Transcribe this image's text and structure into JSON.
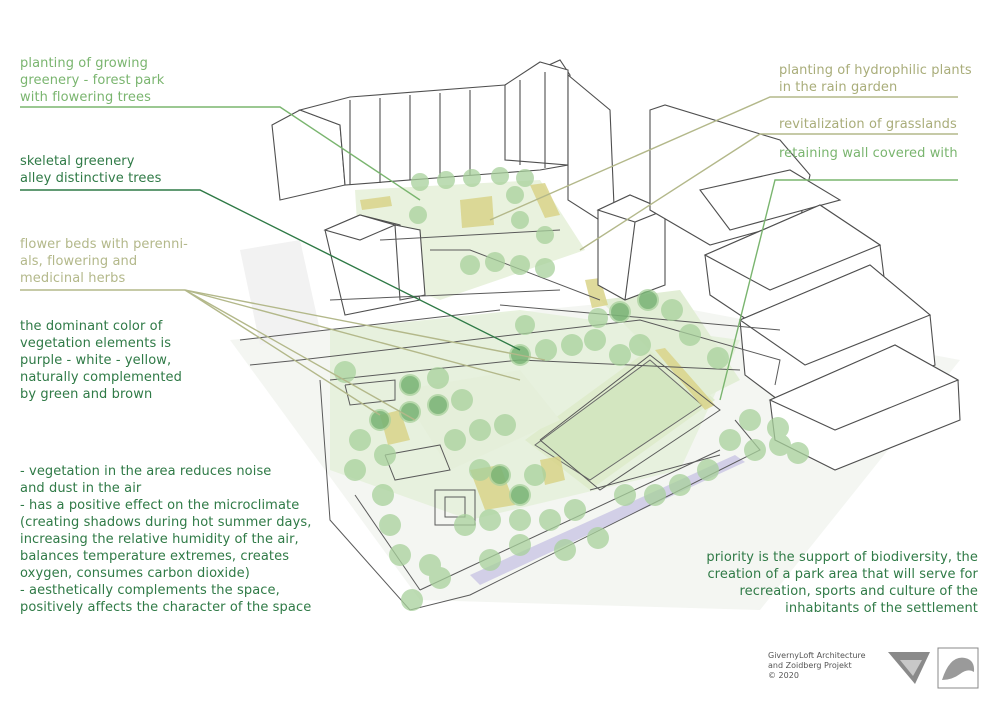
{
  "colors": {
    "green_light": "#7ab56f",
    "green_dark": "#2f7a46",
    "olive": "#b3b88a",
    "olive_text": "#a9ad7a",
    "sketch": "#555555",
    "veg_fill": "#cfe5bf",
    "tree_fill": "#9fcc92"
  },
  "annotations": {
    "forest_park": [
      "planting of growing",
      "greenery - forest park",
      "with flowering trees"
    ],
    "skeletal": [
      "skeletal greenery",
      "alley distinctive trees"
    ],
    "flower_beds": [
      "flower beds with perenni-",
      "als, flowering and",
      "medicinal herbs"
    ],
    "dominant_color": [
      "the dominant color of",
      "vegetation elements is",
      "purple - white - yellow,",
      "naturally complemented",
      "by green and brown"
    ],
    "benefits": [
      "- vegetation in the area reduces noise",
      "and dust in the air",
      "- has a positive effect on the microclimate",
      "(creating shadows during hot summer days,",
      "increasing the relative humidity of the air,",
      "balances temperature extremes, creates",
      "oxygen, consumes carbon dioxide)",
      "- aesthetically complements the space,",
      "positively affects the character of the space"
    ],
    "hydrophilic": [
      "planting of hydrophilic plants",
      "in the rain garden"
    ],
    "grasslands": [
      "revitalization of grasslands"
    ],
    "retaining_wall": [
      "retaining wall covered with"
    ],
    "priority": [
      "priority is the support of biodiversity, the",
      "creation of a park area that will serve for",
      "recreation, sports and culture of the",
      "inhabitants of the settlement"
    ]
  },
  "credits": [
    "GivernyLoft Architecture",
    "and Zoidberg Projekt",
    "© 2020"
  ],
  "logos": [
    "triangle-logo",
    "zoidberg-logo"
  ]
}
